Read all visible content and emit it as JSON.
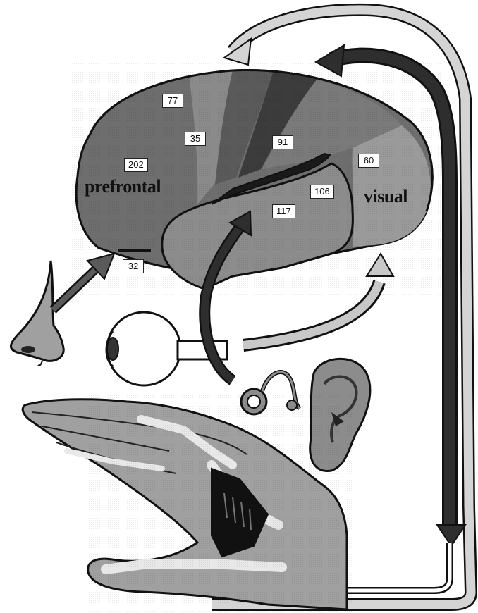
{
  "labels": {
    "region_prefrontal": "prefrontal",
    "region_visual": "visual",
    "area_77": "77",
    "area_35": "35",
    "area_202": "202",
    "area_91": "91",
    "area_60": "60",
    "area_106": "106",
    "area_117": "117",
    "area_32": "32"
  },
  "colors": {
    "frontal_lobe": "#6e6e6e",
    "motor_strip": "#8a8a8a",
    "premotor_strip": "#5a5a5a",
    "somatosensory_strip": "#3c3c3c",
    "parietal_lobe": "#7a7a7a",
    "temporal_lobe": "#8c8c8c",
    "occipital_lobe": "#9a9a9a",
    "skin": "#a0a0a0",
    "arrow_dark": "#2a2a2a",
    "arrow_light": "#c8c8c8"
  },
  "icons": [
    "brain-diagram",
    "nose-icon",
    "eye-icon",
    "cochlea-icon",
    "ear-icon",
    "hand-icon"
  ]
}
